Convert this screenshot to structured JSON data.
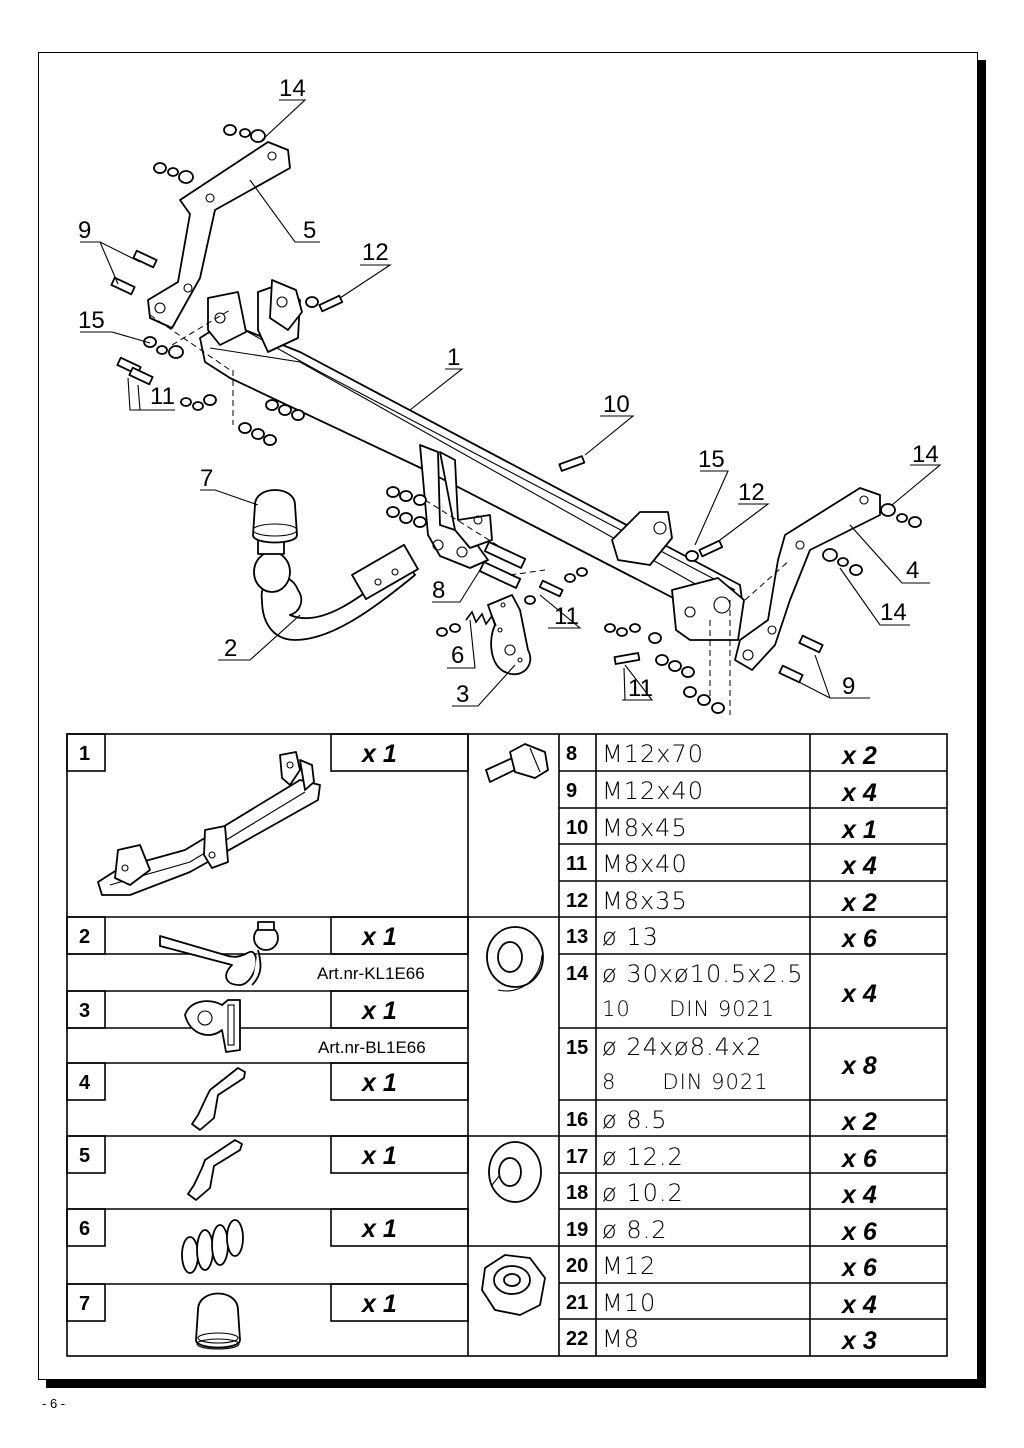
{
  "page_number": "- 6 -",
  "callouts": [
    {
      "id": "c14a",
      "text": "14"
    },
    {
      "id": "c5",
      "text": "5"
    },
    {
      "id": "c9a",
      "text": "9"
    },
    {
      "id": "c12a",
      "text": "12"
    },
    {
      "id": "c15a",
      "text": "15"
    },
    {
      "id": "c1",
      "text": "1"
    },
    {
      "id": "c11a",
      "text": "11"
    },
    {
      "id": "c10",
      "text": "10"
    },
    {
      "id": "c7",
      "text": "7"
    },
    {
      "id": "c15b",
      "text": "15"
    },
    {
      "id": "c14b",
      "text": "14"
    },
    {
      "id": "c12b",
      "text": "12"
    },
    {
      "id": "c4",
      "text": "4"
    },
    {
      "id": "c8",
      "text": "8"
    },
    {
      "id": "c11b",
      "text": "11"
    },
    {
      "id": "c14c",
      "text": "14"
    },
    {
      "id": "c2",
      "text": "2"
    },
    {
      "id": "c6",
      "text": "6"
    },
    {
      "id": "c3",
      "text": "3"
    },
    {
      "id": "c11c",
      "text": "11"
    },
    {
      "id": "c9b",
      "text": "9"
    }
  ],
  "parts_left": [
    {
      "num": "1",
      "qty": "x 1",
      "art": ""
    },
    {
      "num": "2",
      "qty": "x 1",
      "art": "Art.nr-KL1E66"
    },
    {
      "num": "3",
      "qty": "x 1",
      "art": "Art.nr-BL1E66"
    },
    {
      "num": "4",
      "qty": "x 1",
      "art": ""
    },
    {
      "num": "5",
      "qty": "x 1",
      "art": ""
    },
    {
      "num": "6",
      "qty": "x 1",
      "art": ""
    },
    {
      "num": "7",
      "qty": "x 1",
      "art": ""
    }
  ],
  "parts_right": [
    {
      "num": "8",
      "spec": [
        "M12x70"
      ],
      "qty": "x 2"
    },
    {
      "num": "9",
      "spec": [
        "M12x40"
      ],
      "qty": "x 4"
    },
    {
      "num": "10",
      "spec": [
        "M8x45"
      ],
      "qty": "x 1"
    },
    {
      "num": "11",
      "spec": [
        "M8x40"
      ],
      "qty": "x 4"
    },
    {
      "num": "12",
      "spec": [
        "M8x35"
      ],
      "qty": "x 2"
    },
    {
      "num": "13",
      "spec": [
        "ø 13"
      ],
      "qty": "x 6"
    },
    {
      "num": "14",
      "spec": [
        "ø 30xø10.5x2.5",
        "10     DIN 9021"
      ],
      "qty": "x 4"
    },
    {
      "num": "15",
      "spec": [
        "ø 24xø8.4x2",
        "8      DIN 9021"
      ],
      "qty": "x 8"
    },
    {
      "num": "16",
      "spec": [
        "ø 8.5"
      ],
      "qty": "x 2"
    },
    {
      "num": "17",
      "spec": [
        "ø 12.2"
      ],
      "qty": "x 6"
    },
    {
      "num": "18",
      "spec": [
        "ø 10.2"
      ],
      "qty": "x 4"
    },
    {
      "num": "19",
      "spec": [
        "ø 8.2"
      ],
      "qty": "x 6"
    },
    {
      "num": "20",
      "spec": [
        "M12"
      ],
      "qty": "x 6"
    },
    {
      "num": "21",
      "spec": [
        "M10"
      ],
      "qty": "x 4"
    },
    {
      "num": "22",
      "spec": [
        "M8"
      ],
      "qty": "x 3"
    }
  ]
}
